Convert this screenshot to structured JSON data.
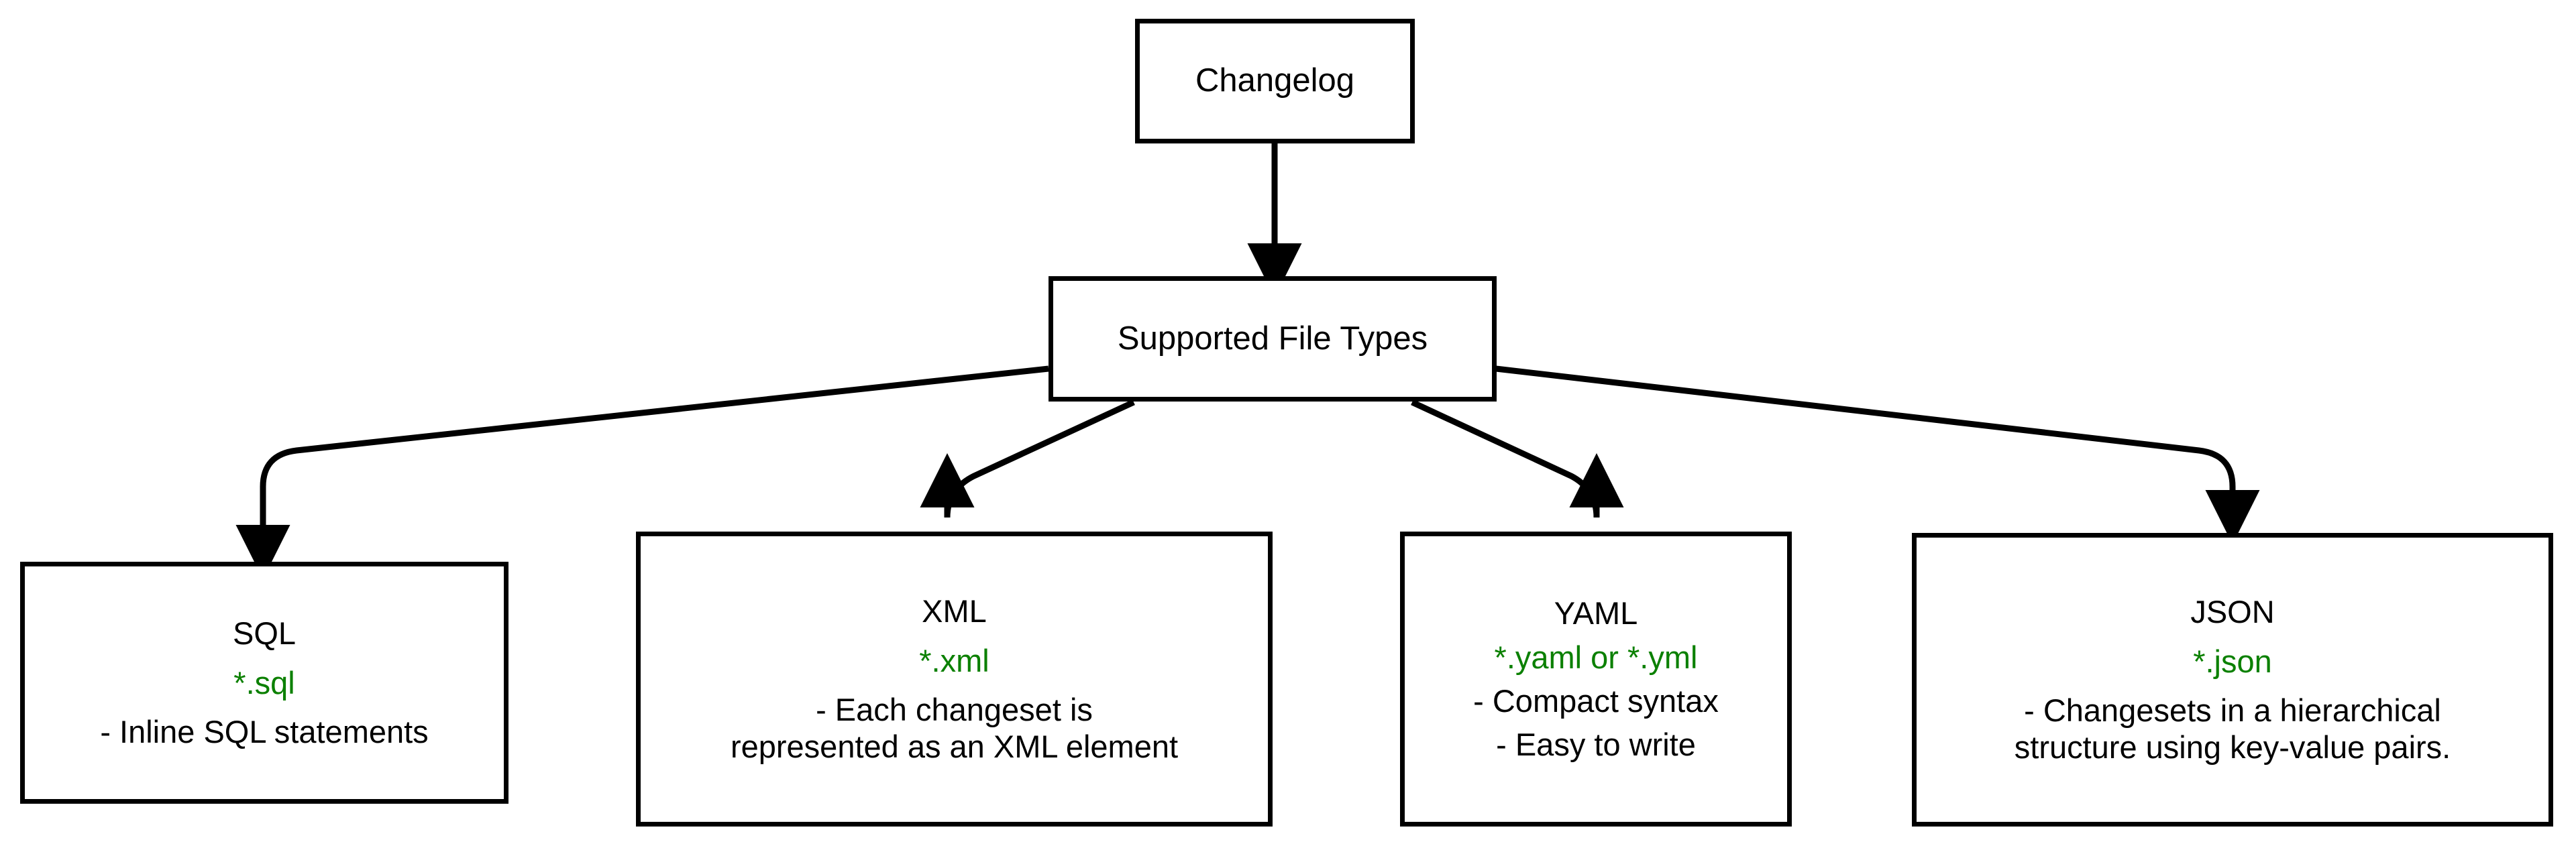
{
  "diagram": {
    "title_node": {
      "label": "Changelog"
    },
    "intermediate_node": {
      "label": "Supported File Types"
    },
    "accent_green": "#0b8000",
    "nodes": [
      {
        "id": "changelog",
        "label": "Changelog",
        "extension": "",
        "description": []
      },
      {
        "id": "supported-file-types",
        "label": "Supported File Types",
        "extension": "",
        "description": []
      },
      {
        "id": "sql",
        "label": "SQL",
        "extension": "*.sql",
        "description": [
          "- Inline SQL statements"
        ]
      },
      {
        "id": "xml",
        "label": "XML",
        "extension": "*.xml",
        "description": [
          "- Each changeset is",
          "represented as an XML element"
        ]
      },
      {
        "id": "yaml",
        "label": "YAML",
        "extension": "*.yaml or *.yml",
        "description": [
          "- Compact syntax",
          "- Easy to write"
        ]
      },
      {
        "id": "json",
        "label": "JSON",
        "extension": "*.json",
        "description": [
          "- Changesets in a hierarchical",
          "structure using key-value pairs."
        ]
      }
    ],
    "edges": [
      {
        "from": "changelog",
        "to": "supported-file-types"
      },
      {
        "from": "supported-file-types",
        "to": "sql"
      },
      {
        "from": "supported-file-types",
        "to": "xml"
      },
      {
        "from": "supported-file-types",
        "to": "yaml"
      },
      {
        "from": "supported-file-types",
        "to": "json"
      }
    ]
  }
}
